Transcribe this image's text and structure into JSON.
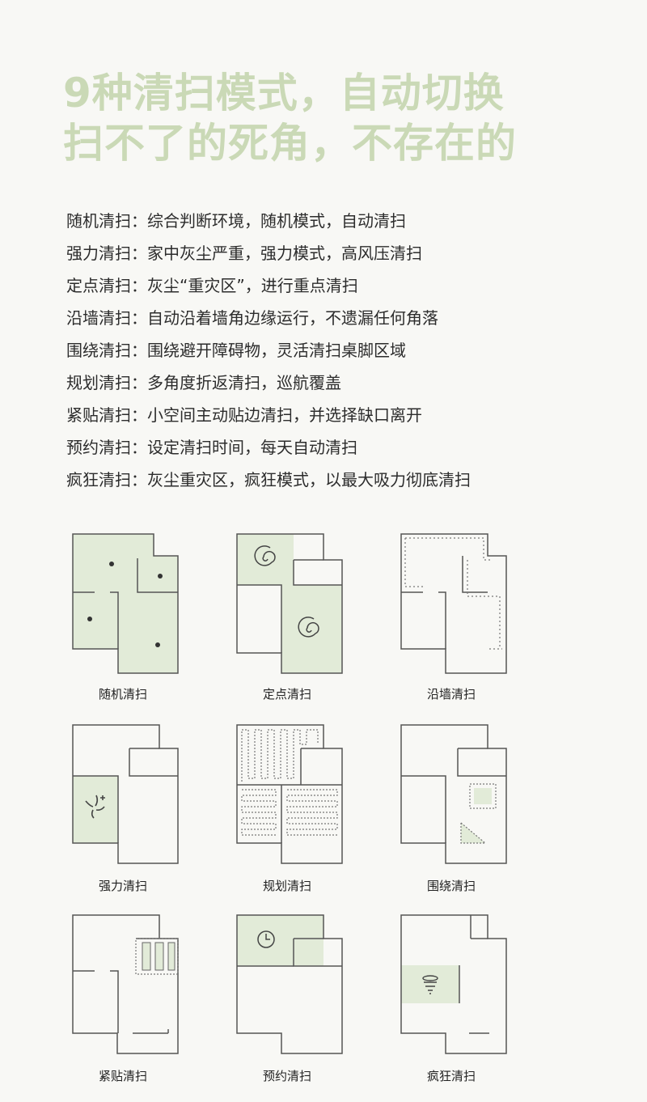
{
  "headline": {
    "line1": "9种清扫模式，自动切换",
    "line2": "扫不了的死角，不存在的"
  },
  "modes": [
    "随机清扫：综合判断环境，随机模式，自动清扫",
    "强力清扫：家中灰尘严重，强力模式，高风压清扫",
    "定点清扫：灰尘“重灾区”，进行重点清扫",
    "沿墙清扫：自动沿着墙角边缘运行，不遗漏任何角落",
    "围绕清扫：围绕避开障碍物，灵活清扫桌脚区域",
    "规划清扫：多角度折返清扫，巡航覆盖",
    "紧贴清扫：小空间主动贴边清扫，并选择缺口离开",
    "预约清扫：设定清扫时间，每天自动清扫",
    "疯狂清扫：灰尘重灾区，疯狂模式，以最大吸力彻底清扫"
  ],
  "diagrams": [
    {
      "label": "随机清扫",
      "icon": "random-dots-icon"
    },
    {
      "label": "定点清扫",
      "icon": "spiral-icon"
    },
    {
      "label": "沿墙清扫",
      "icon": "edge-path-icon"
    },
    {
      "label": "强力清扫",
      "icon": "fan-plus-icon"
    },
    {
      "label": "规划清扫",
      "icon": "zigzag-path-icon"
    },
    {
      "label": "围绕清扫",
      "icon": "obstacle-loop-icon"
    },
    {
      "label": "紧贴清扫",
      "icon": "tight-edge-icon"
    },
    {
      "label": "预约清扫",
      "icon": "clock-icon"
    },
    {
      "label": "疯狂清扫",
      "icon": "tornado-icon"
    }
  ],
  "colors": {
    "headline": "#cad9b6",
    "fill": "#e2ebd8",
    "wall": "#555555",
    "text": "#2c2c2c"
  }
}
